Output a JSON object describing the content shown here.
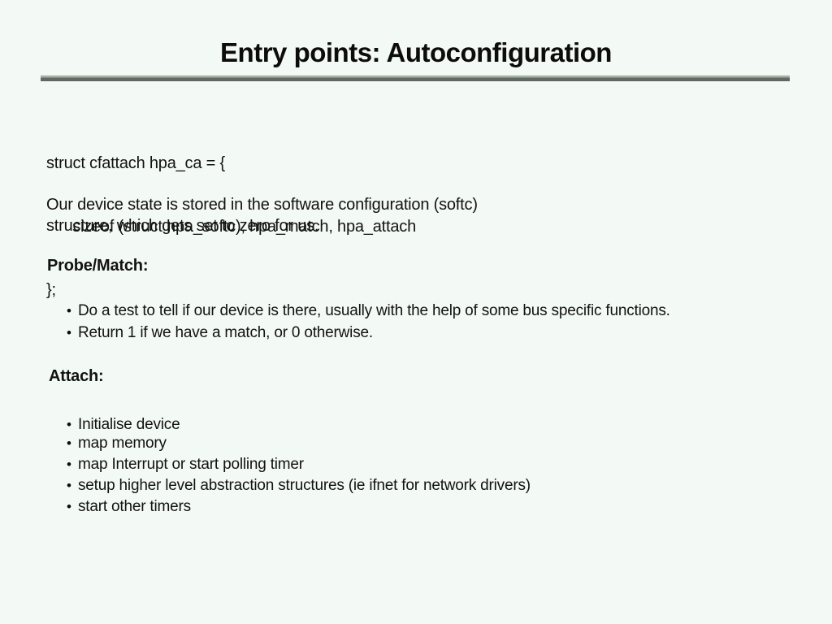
{
  "slide": {
    "title": "Entry points: Autoconfiguration",
    "bullet_char": "•",
    "code_block": {
      "lines": [
        "struct cfattach hpa_ca = {",
        "      sizeof (struct hpa_softc), hpa_match, hpa_attach",
        "};"
      ]
    },
    "intro": {
      "lines": [
        "Our device state is stored in the software configuration (softc)",
        "structure, which gets set to zero for us."
      ]
    },
    "probe_section": {
      "heading": "Probe/Match:",
      "bullets": [
        "Do a test to tell if our device is there, usually with the help of some bus specific functions.",
        "Return 1 if we have a match, or 0 otherwise."
      ]
    },
    "attach_section": {
      "heading": "Attach:",
      "bullets": [
        "Initialise device",
        "map memory",
        "map Interrupt or start polling timer",
        "setup higher level abstraction structures (ie ifnet for network drivers)",
        "start other timers"
      ]
    },
    "colors": {
      "background": "#f3f9f4",
      "text": "#121212",
      "rule_dark": "#646c64",
      "rule_light": "#a7afa7"
    }
  }
}
